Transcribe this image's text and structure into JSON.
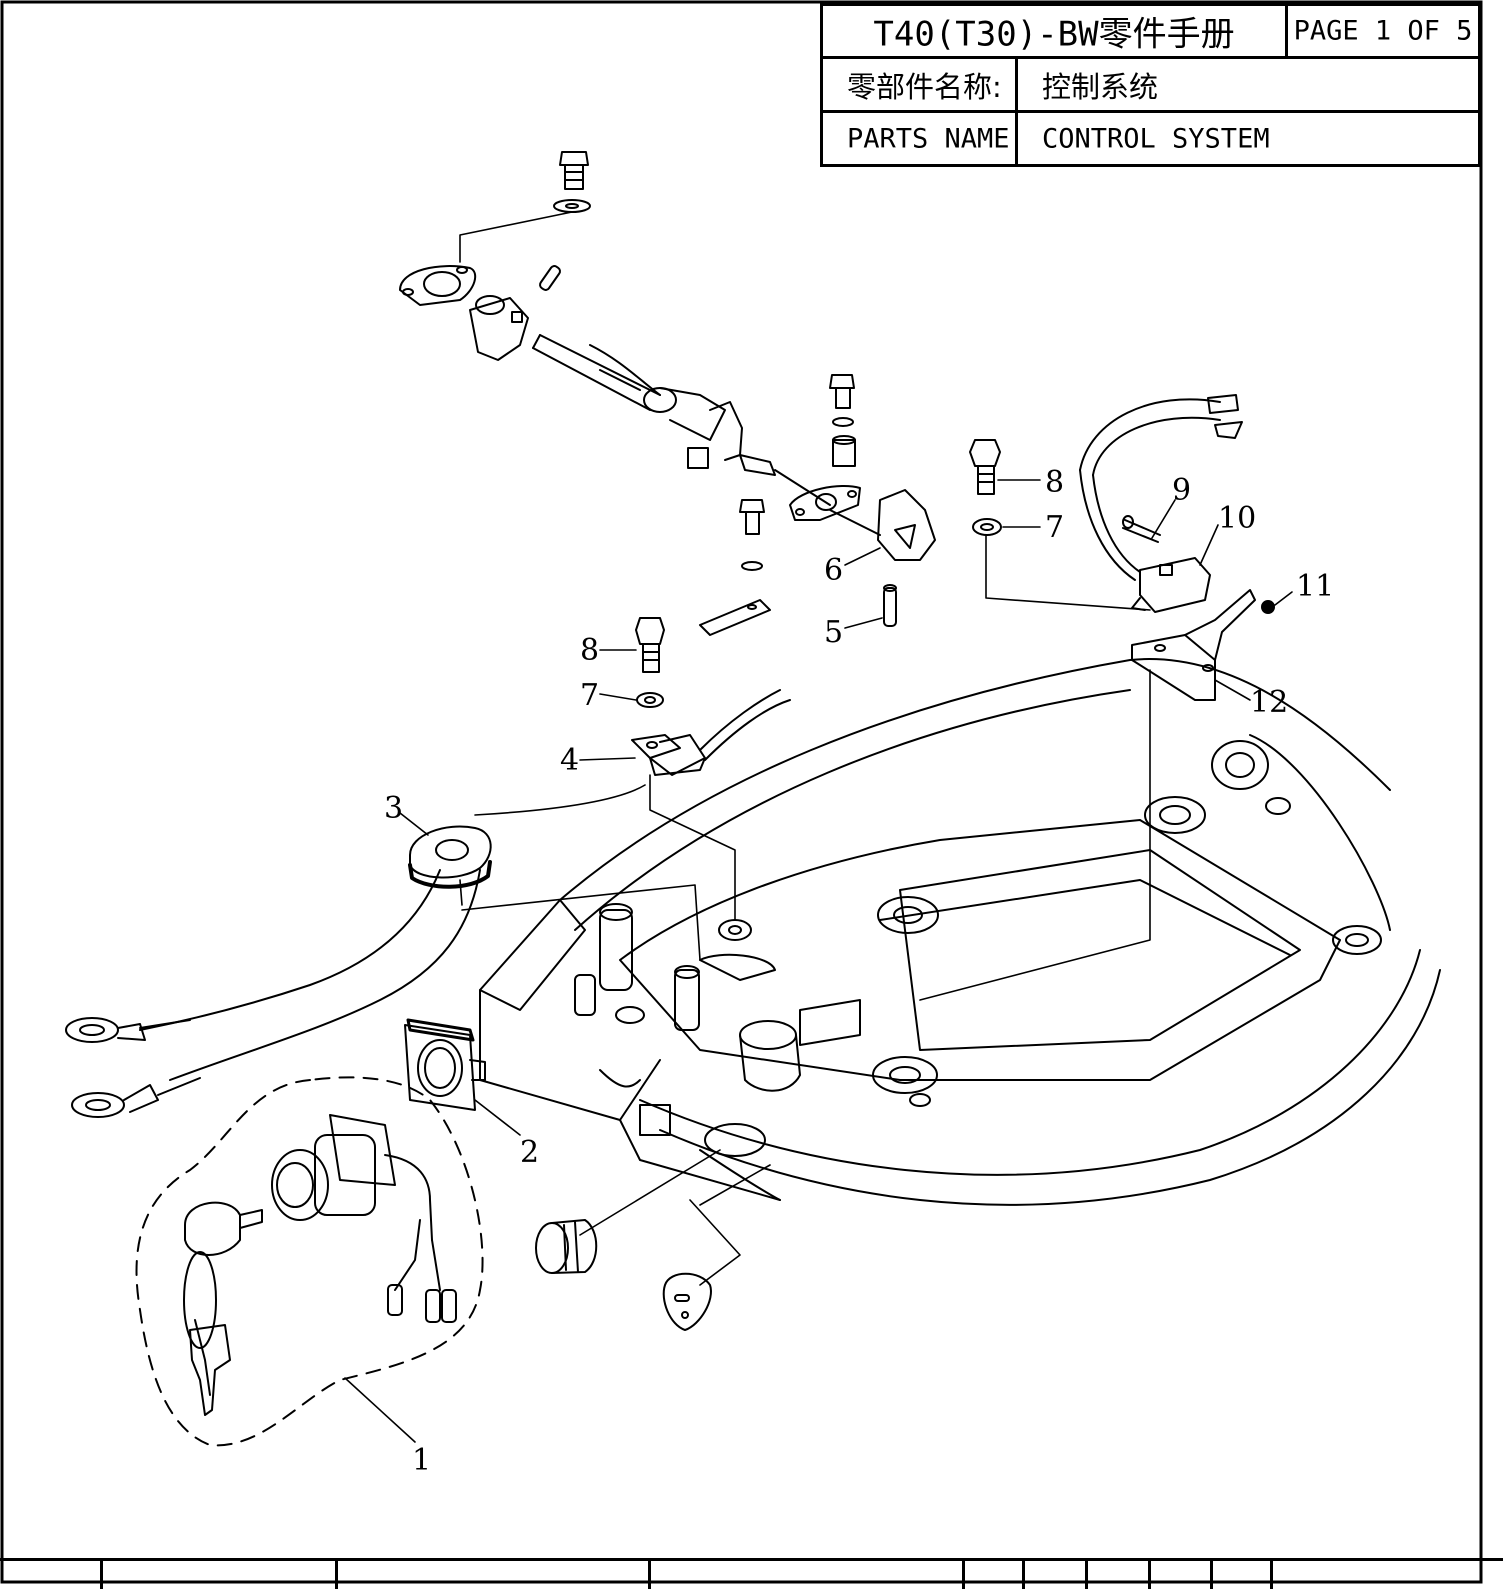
{
  "title_block": {
    "title": "T40(T30)-BW零件手册",
    "page": "PAGE 1 OF 5",
    "cn_label": "零部件名称:",
    "cn_value": "控制系统",
    "en_label": "PARTS NAME:",
    "en_value": "CONTROL SYSTEM"
  },
  "callouts": [
    {
      "id": "1",
      "label": "1"
    },
    {
      "id": "2",
      "label": "2"
    },
    {
      "id": "3",
      "label": "3"
    },
    {
      "id": "4",
      "label": "4"
    },
    {
      "id": "5",
      "label": "5"
    },
    {
      "id": "6",
      "label": "6"
    },
    {
      "id": "7a",
      "label": "7"
    },
    {
      "id": "7b",
      "label": "7"
    },
    {
      "id": "8a",
      "label": "8"
    },
    {
      "id": "8b",
      "label": "8"
    },
    {
      "id": "9",
      "label": "9"
    },
    {
      "id": "10",
      "label": "10"
    },
    {
      "id": "11",
      "label": "11"
    },
    {
      "id": "12",
      "label": "12"
    }
  ]
}
